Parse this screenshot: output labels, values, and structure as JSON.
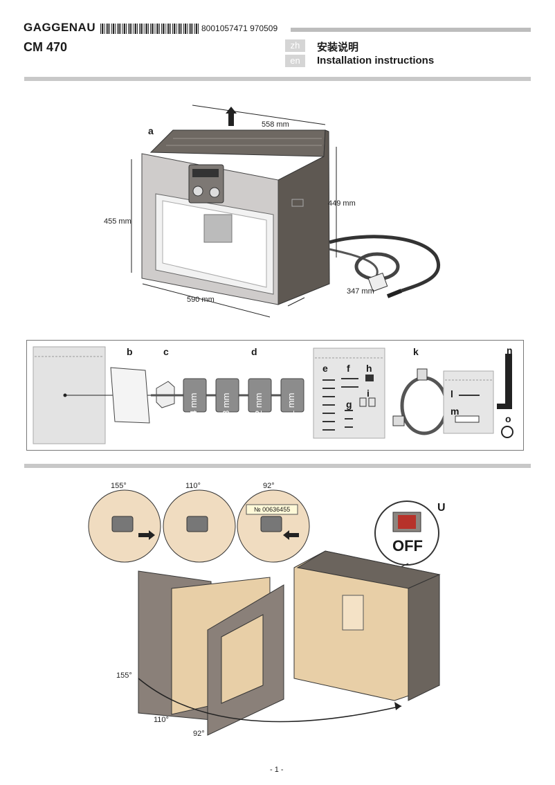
{
  "header": {
    "brand": "GAGGENAU",
    "barcode_number": "8001057471  970509",
    "model": "CM 470",
    "languages": [
      {
        "code": "zh",
        "title": "安装说明"
      },
      {
        "code": "en",
        "title": "Installation instructions"
      }
    ]
  },
  "figure_a": {
    "label": "a",
    "dimensions": {
      "top_width": "558   mm",
      "depth_height": "449   mm",
      "height": "455   mm",
      "front_width": "590   mm",
      "cable": "347 mm"
    }
  },
  "accessories": {
    "labels": [
      "b",
      "c",
      "d",
      "e",
      "f",
      "h",
      "i",
      "g",
      "k",
      "l",
      "m",
      "n",
      "o"
    ],
    "spacers": [
      "4 mm",
      "3 mm",
      "2 mm",
      "1 mm"
    ]
  },
  "hinge_figure": {
    "angles": [
      "155°",
      "110°",
      "92°"
    ],
    "part_number": "№ 00636455",
    "switch_label": "U",
    "switch_state": "OFF",
    "door_angles": [
      "155°",
      "110°",
      "92°"
    ]
  },
  "footer": {
    "page": "- 1 -"
  }
}
